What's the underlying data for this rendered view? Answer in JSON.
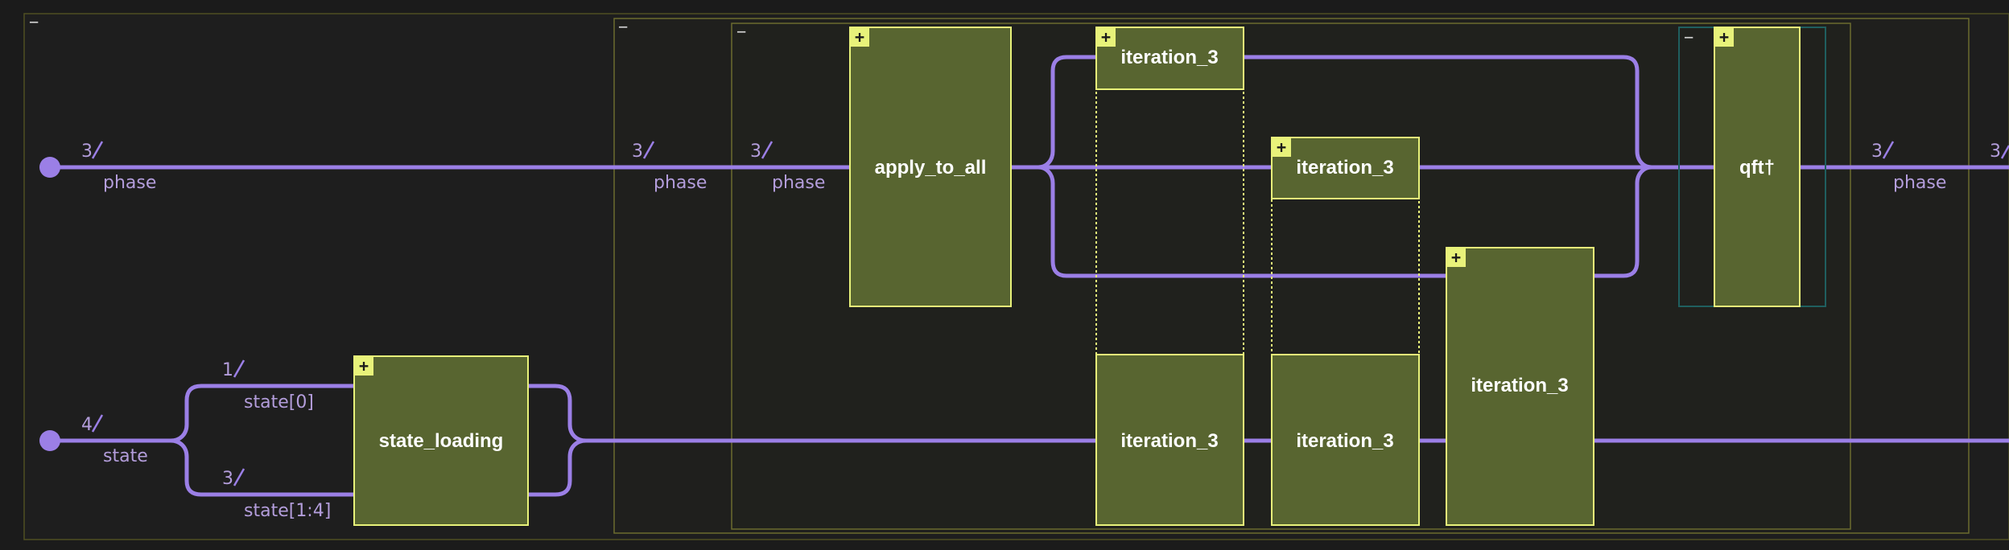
{
  "colors": {
    "background": "#1b1b1b",
    "wire": "#9b7fe6",
    "wire_label": "#b39ddb",
    "gate_fill": "#586530",
    "gate_border": "#e8f27a",
    "group_border": "#6b6b2e",
    "dagger_group_border": "#1f5f5f"
  },
  "inputs": {
    "phase": {
      "width": "3",
      "name": "phase"
    },
    "state": {
      "width": "4",
      "name": "state"
    }
  },
  "splits": {
    "state0": {
      "width": "1",
      "name": "state[0]"
    },
    "state14": {
      "width": "3",
      "name": "state[1:4]"
    }
  },
  "group_inputs": {
    "outer_phase": {
      "width": "3",
      "name": "phase"
    },
    "inner_phase": {
      "width": "3",
      "name": "phase"
    }
  },
  "outputs": {
    "phase_out": {
      "width": "3",
      "name": "phase"
    },
    "phase_cut": {
      "width": "3"
    }
  },
  "gates": {
    "state_loading": "state_loading",
    "apply_to_all": "apply_to_all",
    "iter_a_top": "iteration_3",
    "iter_a_bottom": "iteration_3",
    "iter_b_top": "iteration_3",
    "iter_b_bottom": "iteration_3",
    "iter_c": "iteration_3",
    "qft_dagger": "qft†"
  },
  "controls": {
    "expand": "+",
    "collapse": "−"
  }
}
